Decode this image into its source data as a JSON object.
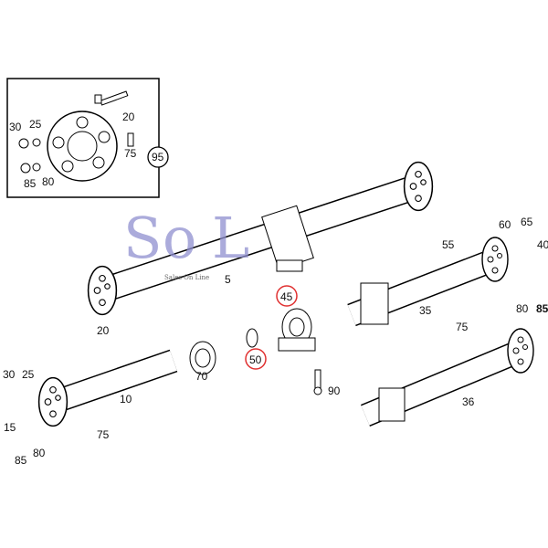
{
  "logo": {
    "text_s": "S",
    "text_o": "o",
    "text_l": "L",
    "tagline": "Sales On Line"
  },
  "accent_circle_color": "#e03030",
  "inset": {
    "labels": {
      "bolt": "20",
      "nut_a": "30",
      "washer_a": "25",
      "screw": "75",
      "kit": "95",
      "nut_b": "85",
      "washer_b": "80"
    }
  },
  "labels": {
    "shaft_front": "5",
    "bolt_right": "55",
    "disc_right": "60",
    "nut_right": "65",
    "sleeve_right": "40",
    "shaft_right": "35",
    "screw_right": "75",
    "washer_right": "80",
    "nut_right_b": "85",
    "center_bearing": "45",
    "ring": "50",
    "bolt_mid": "90",
    "boot": "70",
    "bolt_left": "20",
    "nut_left": "30",
    "washer_left": "25",
    "shaft_rear": "10",
    "sleeve_left": "15",
    "screw_left": "75",
    "washer_left_b": "80",
    "nut_left_b": "85",
    "shaft_lower": "36"
  }
}
